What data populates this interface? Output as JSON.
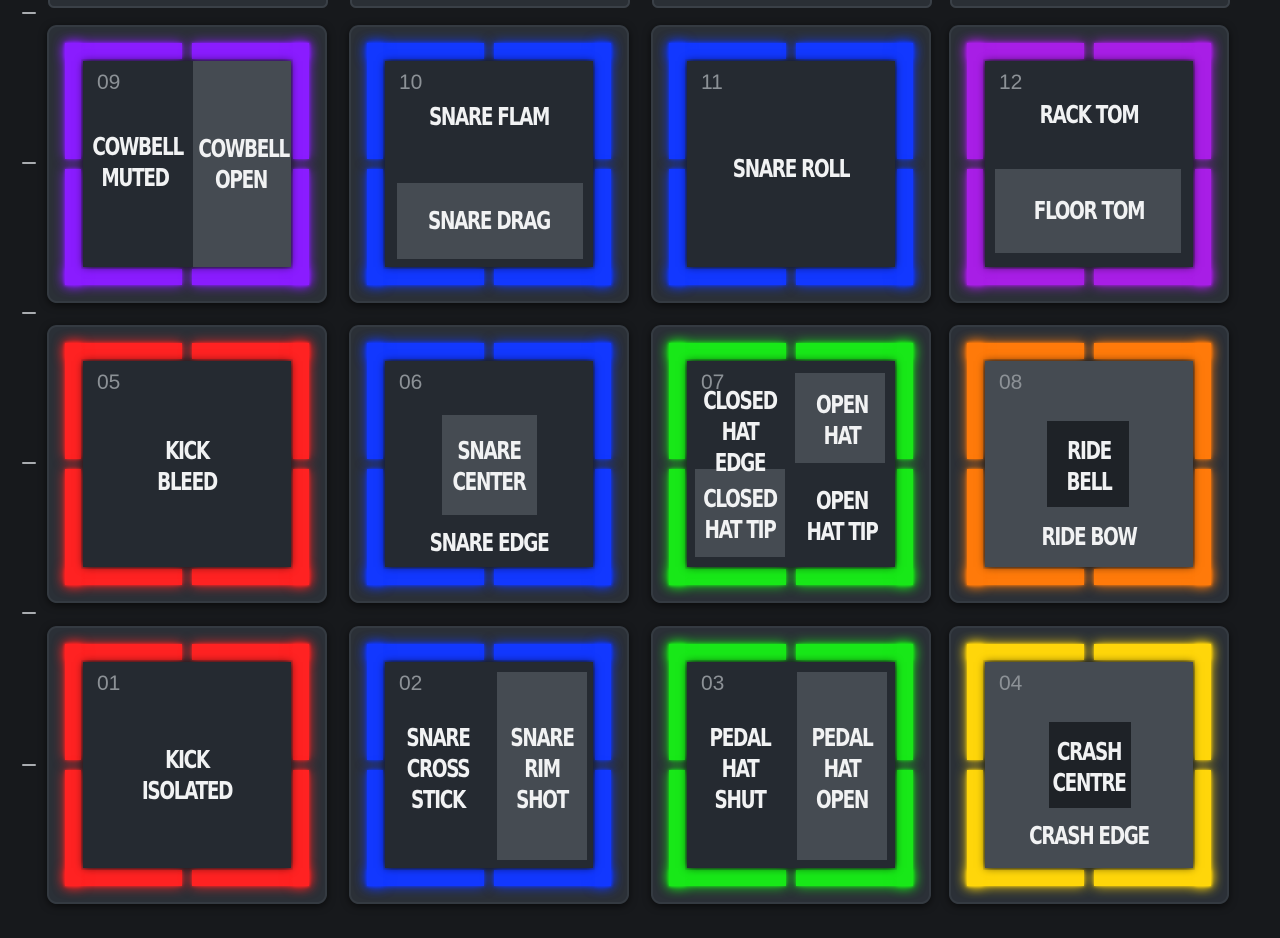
{
  "colors": {
    "purple": "#8a1cff",
    "blue": "#1238ff",
    "magenta": "#a81ee6",
    "red": "#ff2222",
    "green": "#18e818",
    "orange": "#ff7a0a",
    "yellow": "#ffd60a"
  },
  "pads": {
    "p09": {
      "number": "09",
      "left_label": "COWBELL\nMUTED",
      "right_label": "COWBELL\nOPEN"
    },
    "p10": {
      "number": "10",
      "top_label": "SNARE FLAM",
      "bottom_label": "SNARE DRAG"
    },
    "p11": {
      "number": "11",
      "label": "SNARE ROLL"
    },
    "p12": {
      "number": "12",
      "top_label": "RACK TOM",
      "bottom_label": "FLOOR TOM"
    },
    "p05": {
      "number": "05",
      "label": "KICK\nBLEED"
    },
    "p06": {
      "number": "06",
      "center_label": "SNARE\nCENTER",
      "edge_label": "SNARE EDGE"
    },
    "p07": {
      "number": "07",
      "tl_label": "CLOSED\nHAT EDGE",
      "tr_label": "OPEN\nHAT",
      "bl_label": "CLOSED\nHAT TIP",
      "br_label": "OPEN\nHAT TIP"
    },
    "p08": {
      "number": "08",
      "center_label": "RIDE\nBELL",
      "edge_label": "RIDE BOW"
    },
    "p01": {
      "number": "01",
      "label": "KICK\nISOLATED"
    },
    "p02": {
      "number": "02",
      "left_label": "SNARE\nCROSS\nSTICK",
      "right_label": "SNARE\nRIM\nSHOT"
    },
    "p03": {
      "number": "03",
      "left_label": "PEDAL\nHAT\nSHUT",
      "right_label": "PEDAL\nHAT\nOPEN"
    },
    "p04": {
      "number": "04",
      "center_label": "CRASH\nCENTRE",
      "edge_label": "CRASH EDGE"
    }
  }
}
